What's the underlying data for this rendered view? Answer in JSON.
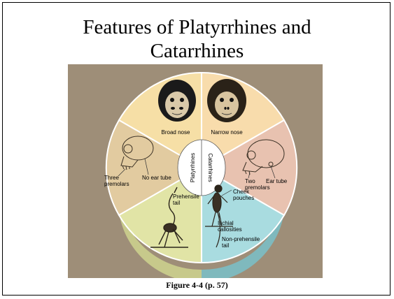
{
  "slide": {
    "title_line1": "Features of Platyrrhines and",
    "title_line2": "Catarrhines",
    "caption": "Figure 4-4  (p. 57)"
  },
  "center": {
    "left_label": "Platyrrhines",
    "right_label": "Catarrhines"
  },
  "labels": {
    "broad_nose": "Broad nose",
    "narrow_nose": "Narrow nose",
    "three_premolars_1": "Three",
    "three_premolars_2": "premolars",
    "no_ear_tube": "No ear tube",
    "two_premolars_1": "Two",
    "two_premolars_2": "premolars",
    "ear_tube": "Ear tube",
    "prehensile_1": "Prehensile",
    "prehensile_2": "tail",
    "cheek_1": "Cheek",
    "cheek_2": "pouches",
    "ischial_1": "Ischial",
    "ischial_2": "callosities",
    "nonprehensile_1": "Non-prehensile",
    "nonprehensile_2": "tail"
  },
  "colors": {
    "background": "#9e8e78",
    "top_left_sector": "#f6dfa6",
    "top_right_sector": "#f8dcac",
    "left_sector": "#e2cba0",
    "right_sector": "#e8c2b0",
    "bottom_left_sector": "#e1e4a6",
    "bottom_right_sector": "#a9dce0",
    "center_oval": "#ffffff"
  }
}
